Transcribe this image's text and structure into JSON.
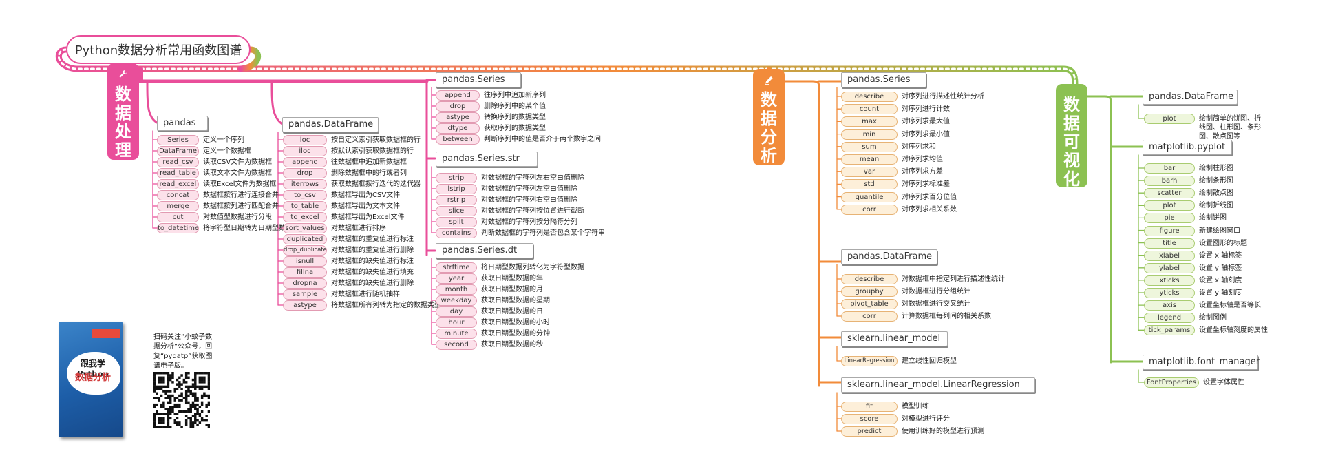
{
  "title": "Python数据分析常用函数图谱",
  "colors": {
    "pink": "#e94e9a",
    "orange": "#f28b3a",
    "green": "#8cc152"
  },
  "sections": {
    "processing": {
      "title": "数据处理",
      "icon": "wrench-icon",
      "groups": {
        "pandas": {
          "header": "pandas",
          "items": [
            {
              "func": "Series",
              "desc": "定义一个序列"
            },
            {
              "func": "DataFrame",
              "desc": "定义一个数据框"
            },
            {
              "func": "read_csv",
              "desc": "读取CSV文件为数据框"
            },
            {
              "func": "read_table",
              "desc": "读取文本文件为数据框"
            },
            {
              "func": "read_excel",
              "desc": "读取Excel文件为数据框"
            },
            {
              "func": "concat",
              "desc": "数据框按行进行连接合并"
            },
            {
              "func": "merge",
              "desc": "数据框按列进行匹配合并"
            },
            {
              "func": "cut",
              "desc": "对数值型数据进行分段"
            },
            {
              "func": "to_datetime",
              "desc": "将字符型日期转为日期型数据"
            }
          ]
        },
        "dataframe": {
          "header": "pandas.DataFrame",
          "items": [
            {
              "func": "loc",
              "desc": "按自定义索引获取数据框的行"
            },
            {
              "func": "iloc",
              "desc": "按默认索引获取数据框的行"
            },
            {
              "func": "append",
              "desc": "往数据框中追加新数据框"
            },
            {
              "func": "drop",
              "desc": "删除数据框中的行或者列"
            },
            {
              "func": "iterrows",
              "desc": "获取数据框按行迭代的迭代器"
            },
            {
              "func": "to_csv",
              "desc": "数据框导出为CSV文件"
            },
            {
              "func": "to_table",
              "desc": "数据框导出为文本文件"
            },
            {
              "func": "to_excel",
              "desc": "数据框导出为Excel文件"
            },
            {
              "func": "sort_values",
              "desc": "对数据框进行排序"
            },
            {
              "func": "duplicated",
              "desc": "对数据框的重复值进行标注"
            },
            {
              "func": "drop_duplicates",
              "desc": "对数据框的重复值进行删除"
            },
            {
              "func": "isnull",
              "desc": "对数据框的缺失值进行标注"
            },
            {
              "func": "fillna",
              "desc": "对数据框的缺失值进行填充"
            },
            {
              "func": "dropna",
              "desc": "对数据框的缺失值进行删除"
            },
            {
              "func": "sample",
              "desc": "对数据框进行随机抽样"
            },
            {
              "func": "astype",
              "desc": "将数据框所有列转为指定的数据类型"
            }
          ]
        },
        "series": {
          "header": "pandas.Series",
          "items": [
            {
              "func": "append",
              "desc": "往序列中追加新序列"
            },
            {
              "func": "drop",
              "desc": "删除序列中的某个值"
            },
            {
              "func": "astype",
              "desc": "转换序列的数据类型"
            },
            {
              "func": "dtype",
              "desc": "获取序列的数据类型"
            },
            {
              "func": "between",
              "desc": "判断序列中的值是否介于两个数字之间"
            }
          ]
        },
        "series_str": {
          "header": "pandas.Series.str",
          "items": [
            {
              "func": "strip",
              "desc": "对数据框的字符列左右空白值删除"
            },
            {
              "func": "lstrip",
              "desc": "对数据框的字符列左空白值删除"
            },
            {
              "func": "rstrip",
              "desc": "对数据框的字符列右空白值删除"
            },
            {
              "func": "slice",
              "desc": "对数据框的字符列按位置进行截断"
            },
            {
              "func": "split",
              "desc": "对数据框的字符列按分隔符分列"
            },
            {
              "func": "contains",
              "desc": "判断数据框的字符列是否包含某个字符串"
            }
          ]
        },
        "series_dt": {
          "header": "pandas.Series.dt",
          "items": [
            {
              "func": "strftime",
              "desc": "将日期型数据列转化为字符型数据"
            },
            {
              "func": "year",
              "desc": "获取日期型数据的年"
            },
            {
              "func": "month",
              "desc": "获取日期型数据的月"
            },
            {
              "func": "weekday",
              "desc": "获取日期型数据的星期"
            },
            {
              "func": "day",
              "desc": "获取日期型数据的日"
            },
            {
              "func": "hour",
              "desc": "获取日期型数据的小时"
            },
            {
              "func": "minute",
              "desc": "获取日期型数据的分钟"
            },
            {
              "func": "second",
              "desc": "获取日期型数据的秒"
            }
          ]
        }
      }
    },
    "analysis": {
      "title": "数据分析",
      "icon": "pencil-icon",
      "groups": {
        "series": {
          "header": "pandas.Series",
          "items": [
            {
              "func": "describe",
              "desc": "对序列进行描述性统计分析"
            },
            {
              "func": "count",
              "desc": "对序列进行计数"
            },
            {
              "func": "max",
              "desc": "对序列求最大值"
            },
            {
              "func": "min",
              "desc": "对序列求最小值"
            },
            {
              "func": "sum",
              "desc": "对序列求和"
            },
            {
              "func": "mean",
              "desc": "对序列求均值"
            },
            {
              "func": "var",
              "desc": "对序列求方差"
            },
            {
              "func": "std",
              "desc": "对序列求标准差"
            },
            {
              "func": "quantile",
              "desc": "对序列求百分位值"
            },
            {
              "func": "corr",
              "desc": "对序列求相关系数"
            }
          ]
        },
        "dataframe": {
          "header": "pandas.DataFrame",
          "items": [
            {
              "func": "describe",
              "desc": "对数据框中指定列进行描述性统计"
            },
            {
              "func": "groupby",
              "desc": "对数据框进行分组统计"
            },
            {
              "func": "pivot_table",
              "desc": "对数据框进行交叉统计"
            },
            {
              "func": "corr",
              "desc": "计算数据框每列间的相关系数"
            }
          ]
        },
        "linear_model": {
          "header": "sklearn.linear_model",
          "items": [
            {
              "func": "LinearRegression",
              "desc": "建立线性回归模型"
            }
          ]
        },
        "linreg": {
          "header": "sklearn.linear_model.LinearRegression",
          "items": [
            {
              "func": "fit",
              "desc": "模型训练"
            },
            {
              "func": "score",
              "desc": "对模型进行评分"
            },
            {
              "func": "predict",
              "desc": "使用训练好的模型进行预测"
            }
          ]
        }
      }
    },
    "visualization": {
      "title": "数据可视化",
      "icon": "bar-chart-icon",
      "groups": {
        "dataframe": {
          "header": "pandas.DataFrame",
          "items": [
            {
              "func": "plot",
              "desc": "绘制简单的饼图、折线图、柱形图、条形图、散点图等"
            }
          ]
        },
        "pyplot": {
          "header": "matplotlib.pyplot",
          "items": [
            {
              "func": "bar",
              "desc": "绘制柱形图"
            },
            {
              "func": "barh",
              "desc": "绘制条形图"
            },
            {
              "func": "scatter",
              "desc": "绘制散点图"
            },
            {
              "func": "plot",
              "desc": "绘制折线图"
            },
            {
              "func": "pie",
              "desc": "绘制饼图"
            },
            {
              "func": "figure",
              "desc": "新建绘图窗口"
            },
            {
              "func": "title",
              "desc": "设置图形的标题"
            },
            {
              "func": "xlabel",
              "desc": "设置 x 轴标签"
            },
            {
              "func": "ylabel",
              "desc": "设置 y 轴标签"
            },
            {
              "func": "xticks",
              "desc": "设置 x 轴刻度"
            },
            {
              "func": "yticks",
              "desc": "设置 y 轴刻度"
            },
            {
              "func": "axis",
              "desc": "设置坐标轴是否等长"
            },
            {
              "func": "legend",
              "desc": "绘制图例"
            },
            {
              "func": "tick_params",
              "desc": "设置坐标轴刻度的属性"
            }
          ]
        },
        "font_manager": {
          "header": "matplotlib.font_manager",
          "items": [
            {
              "func": "FontProperties",
              "desc": "设置字体属性"
            }
          ]
        }
      }
    }
  },
  "promo": {
    "book_title_line1": "跟我学Python",
    "book_title_line2": "数据分析",
    "note": "扫码关注“小蚊子数据分析”公众号，回复“pydatp”获取图谱电子版。"
  }
}
